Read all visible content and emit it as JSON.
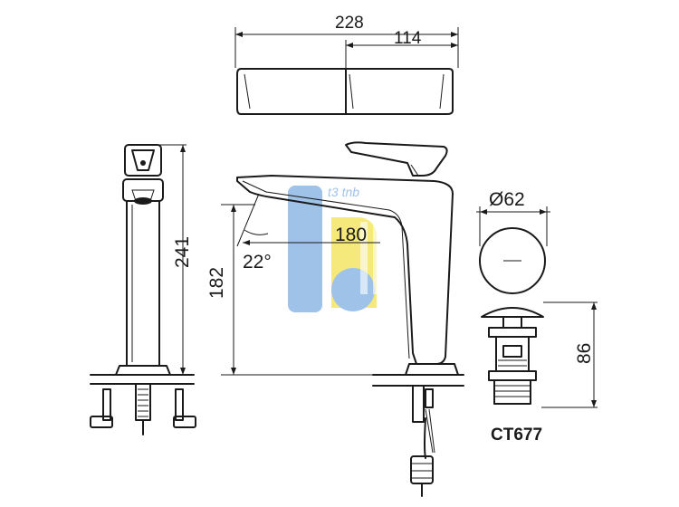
{
  "dimensions": {
    "top_total_width": "228",
    "top_half_width": "114",
    "side_height": "241",
    "spout_height": "182",
    "spout_reach": "180",
    "spout_angle": "22°",
    "drain_diameter": "Ø62",
    "drain_height": "86"
  },
  "model_code": "CT677",
  "watermark_text": "t3 tnb",
  "colors": {
    "line": "#1a1a1a",
    "watermark_blue": "#8fb8e6",
    "watermark_yellow": "#f3e663"
  }
}
